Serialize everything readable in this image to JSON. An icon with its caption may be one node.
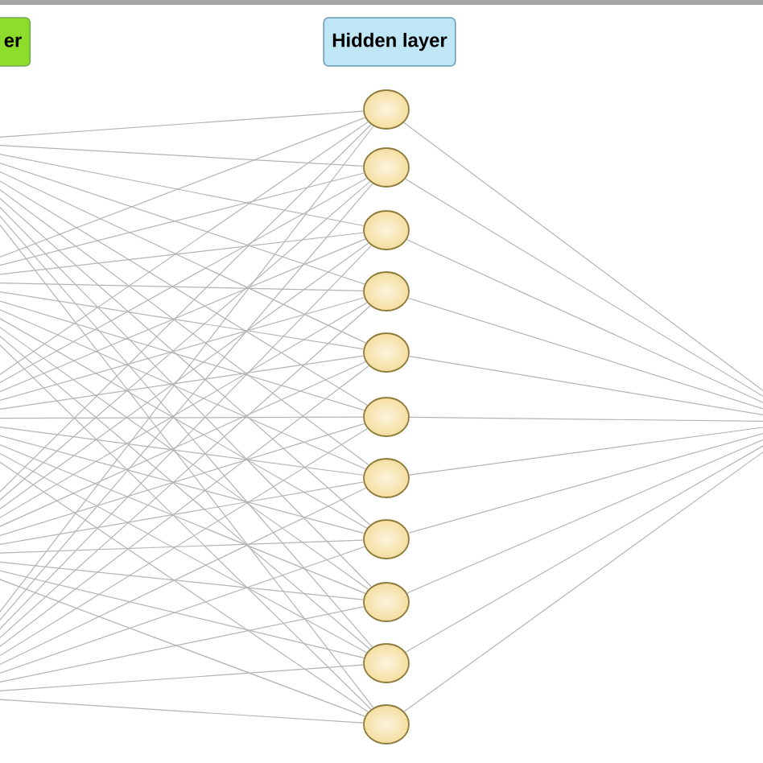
{
  "diagram": {
    "nodes": [
      {
        "text": [
          "er"
        ]
      },
      {
        "text": [
          "Hidden layer"
        ]
      },
      {
        "text": [],
        "shape": "circle"
      },
      {
        "text": [],
        "shape": "circle"
      },
      {
        "text": [],
        "shape": "circle"
      },
      {
        "text": [],
        "shape": "circle"
      },
      {
        "text": [],
        "shape": "circle"
      },
      {
        "text": [],
        "shape": "circle"
      },
      {
        "text": [],
        "shape": "circle"
      },
      {
        "text": [],
        "shape": "circle"
      },
      {
        "text": [],
        "shape": "circle"
      },
      {
        "text": [],
        "shape": "circle"
      },
      {
        "text": [],
        "shape": "circle"
      }
    ],
    "edges": [
      {
        "from": null,
        "to": 2,
        "arrow": "none"
      },
      {
        "from": null,
        "to": 2,
        "arrow": "none"
      },
      {
        "from": null,
        "to": 2,
        "arrow": "none"
      },
      {
        "from": null,
        "to": 2,
        "arrow": "none"
      },
      {
        "from": null,
        "to": 2,
        "arrow": "none"
      },
      {
        "from": null,
        "to": 3,
        "arrow": "none"
      },
      {
        "from": null,
        "to": 3,
        "arrow": "none"
      },
      {
        "from": null,
        "to": 3,
        "arrow": "none"
      },
      {
        "from": null,
        "to": 3,
        "arrow": "none"
      },
      {
        "from": null,
        "to": 3,
        "arrow": "none"
      },
      {
        "from": null,
        "to": 4,
        "arrow": "none"
      },
      {
        "from": null,
        "to": 4,
        "arrow": "none"
      },
      {
        "from": null,
        "to": 4,
        "arrow": "none"
      },
      {
        "from": null,
        "to": 4,
        "arrow": "none"
      },
      {
        "from": null,
        "to": 4,
        "arrow": "none"
      },
      {
        "from": null,
        "to": 5,
        "arrow": "none"
      },
      {
        "from": null,
        "to": 5,
        "arrow": "none"
      },
      {
        "from": null,
        "to": 5,
        "arrow": "none"
      },
      {
        "from": null,
        "to": 5,
        "arrow": "none"
      },
      {
        "from": null,
        "to": 5,
        "arrow": "none"
      },
      {
        "from": null,
        "to": 6,
        "arrow": "none"
      },
      {
        "from": null,
        "to": 6,
        "arrow": "none"
      },
      {
        "from": null,
        "to": 6,
        "arrow": "none"
      },
      {
        "from": null,
        "to": 6,
        "arrow": "none"
      },
      {
        "from": null,
        "to": 6,
        "arrow": "none"
      },
      {
        "from": null,
        "to": 7,
        "arrow": "none"
      },
      {
        "from": null,
        "to": 7,
        "arrow": "none"
      },
      {
        "from": null,
        "to": 7,
        "arrow": "none"
      },
      {
        "from": null,
        "to": 7,
        "arrow": "none"
      },
      {
        "from": null,
        "to": 7,
        "arrow": "none"
      },
      {
        "from": null,
        "to": 8,
        "arrow": "none"
      },
      {
        "from": null,
        "to": 8,
        "arrow": "none"
      },
      {
        "from": null,
        "to": 8,
        "arrow": "none"
      },
      {
        "from": null,
        "to": 8,
        "arrow": "none"
      },
      {
        "from": null,
        "to": 8,
        "arrow": "none"
      },
      {
        "from": null,
        "to": 9,
        "arrow": "none"
      },
      {
        "from": null,
        "to": 9,
        "arrow": "none"
      },
      {
        "from": null,
        "to": 9,
        "arrow": "none"
      },
      {
        "from": null,
        "to": 9,
        "arrow": "none"
      },
      {
        "from": null,
        "to": 9,
        "arrow": "none"
      },
      {
        "from": null,
        "to": 10,
        "arrow": "none"
      },
      {
        "from": null,
        "to": 10,
        "arrow": "none"
      },
      {
        "from": null,
        "to": 10,
        "arrow": "none"
      },
      {
        "from": null,
        "to": 10,
        "arrow": "none"
      },
      {
        "from": null,
        "to": 10,
        "arrow": "none"
      },
      {
        "from": null,
        "to": 11,
        "arrow": "none"
      },
      {
        "from": null,
        "to": 11,
        "arrow": "none"
      },
      {
        "from": null,
        "to": 11,
        "arrow": "none"
      },
      {
        "from": null,
        "to": 11,
        "arrow": "none"
      },
      {
        "from": null,
        "to": 11,
        "arrow": "none"
      },
      {
        "from": null,
        "to": 12,
        "arrow": "none"
      },
      {
        "from": null,
        "to": 12,
        "arrow": "none"
      },
      {
        "from": null,
        "to": 12,
        "arrow": "none"
      },
      {
        "from": null,
        "to": 12,
        "arrow": "none"
      },
      {
        "from": null,
        "to": 12,
        "arrow": "none"
      },
      {
        "from": 2,
        "to": null,
        "arrow": "none"
      },
      {
        "from": 3,
        "to": null,
        "arrow": "none"
      },
      {
        "from": 4,
        "to": null,
        "arrow": "none"
      },
      {
        "from": 5,
        "to": null,
        "arrow": "none"
      },
      {
        "from": 6,
        "to": null,
        "arrow": "none"
      },
      {
        "from": 7,
        "to": null,
        "arrow": "none"
      },
      {
        "from": 8,
        "to": null,
        "arrow": "none"
      },
      {
        "from": 9,
        "to": null,
        "arrow": "none"
      },
      {
        "from": 10,
        "to": null,
        "arrow": "none"
      },
      {
        "from": 11,
        "to": null,
        "arrow": "none"
      },
      {
        "from": 12,
        "to": null,
        "arrow": "none"
      }
    ]
  }
}
